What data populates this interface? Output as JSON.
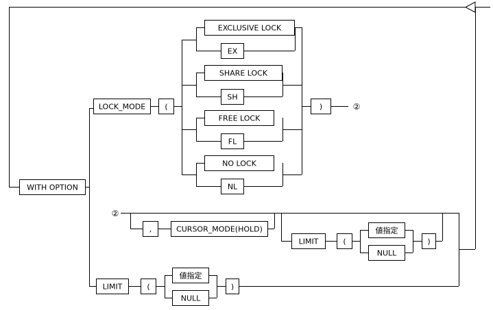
{
  "diagram": {
    "boxes": {
      "with_option": "WITH  OPTION",
      "lock_mode": "LOCK_MODE",
      "open_paren_1": "(",
      "exclusive_lock": "EXCLUSIVE  LOCK",
      "ex": "EX",
      "share_lock": "SHARE  LOCK",
      "sh": "SH",
      "free_lock": "FREE  LOCK",
      "fl": "FL",
      "no_lock": "NO  LOCK",
      "nl": "NL",
      "close_paren_1": ")",
      "comma": ",",
      "cursor_mode_hold": "CURSOR_MODE(HOLD)",
      "limit_1": "LIMIT",
      "open_paren_2": "(",
      "value_spec_1": "値指定",
      "null_1": "NULL",
      "close_paren_2": ")",
      "limit_2": "LIMIT",
      "open_paren_3": "(",
      "value_spec_2": "値指定",
      "null_2": "NULL",
      "close_paren_3": ")"
    },
    "markers": {
      "continuation_end": "②",
      "continuation_start": "②"
    }
  }
}
